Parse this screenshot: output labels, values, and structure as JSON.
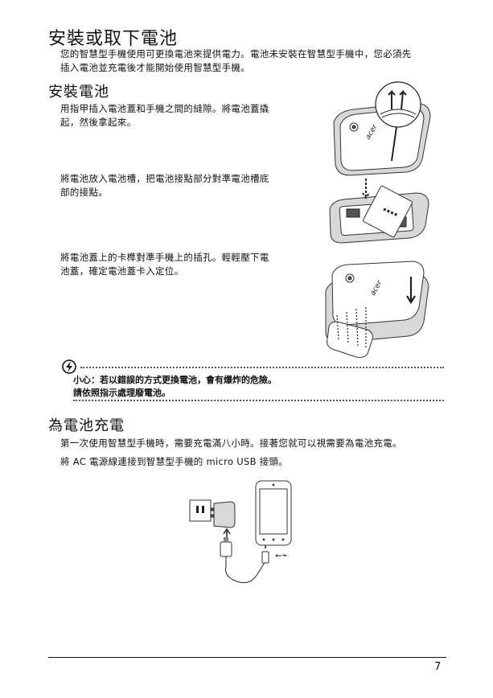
{
  "section_main": {
    "title": "安裝或取下電池",
    "intro_line1": "您的智慧型手機使用可更換電池來提供電力。電池未安裝在智慧型手機中，您必須先",
    "intro_line2": "插入電池並充電後才能開始使用智慧型手機。"
  },
  "section_install": {
    "title": "安裝電池",
    "step1_line1": "用指甲插入電池蓋和手機之間的縫隙。將電池蓋撬",
    "step1_line2": "起，然後拿起來。",
    "step2_line1": "將電池放入電池槽，把電池接點部分對準電池槽底",
    "step2_line2": "部的接點。",
    "step3_line1": "將電池蓋上的卡榫對準手機上的插孔。輕輕壓下電",
    "step3_line2": "池蓋，確定電池蓋卡入定位。",
    "phone_brand": "acer"
  },
  "caution": {
    "line1": "小心：若以錯誤的方式更換電池，會有爆炸的危險。",
    "line2": "請依照指示處理廢電池。"
  },
  "section_charge": {
    "title": "為電池充電",
    "line1": "第一次使用智慧型手機時，需要充電滿八小時。接著您就可以視需要為電池充電。",
    "line2": "將 AC 電源線連接到智慧型手機的 micro USB 接頭。"
  },
  "footer": {
    "page_number": "7"
  }
}
